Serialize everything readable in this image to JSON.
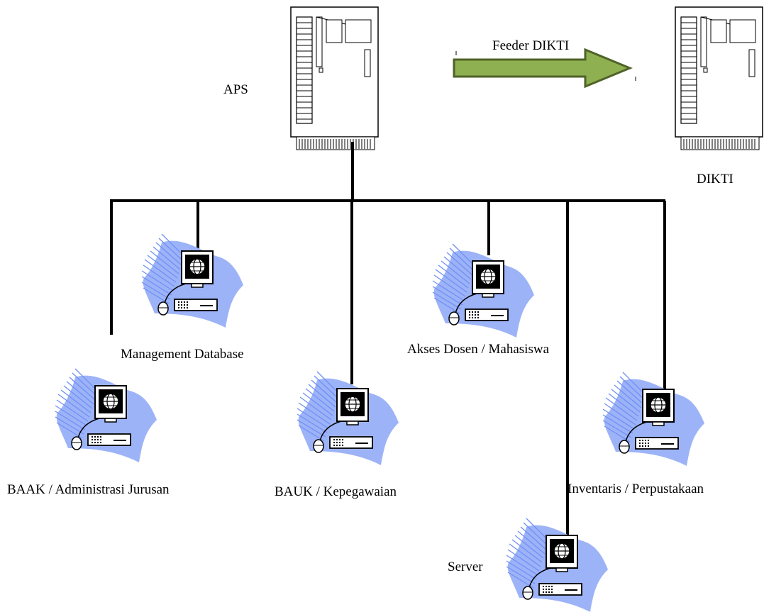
{
  "servers": {
    "aps_label": "APS",
    "dikti_label": "DIKTI"
  },
  "transfer": {
    "label": "Feeder DIKTI",
    "arrow_color": "#8fb050",
    "arrow_border": "#4f6228"
  },
  "workstations": [
    {
      "key": "management",
      "label": "Management Database"
    },
    {
      "key": "akses",
      "label": "Akses Dosen / Mahasiswa"
    },
    {
      "key": "baak",
      "label": "BAAK / Administrasi Jurusan"
    },
    {
      "key": "bauk",
      "label": "BAUK / Kepegawaian"
    },
    {
      "key": "inventaris",
      "label": "Inventaris / Perpustakaan"
    },
    {
      "key": "server",
      "label": "Server"
    }
  ],
  "colors": {
    "wave": "#6f8ff5",
    "wave_fill": "#9db3f8",
    "line": "#000000"
  }
}
